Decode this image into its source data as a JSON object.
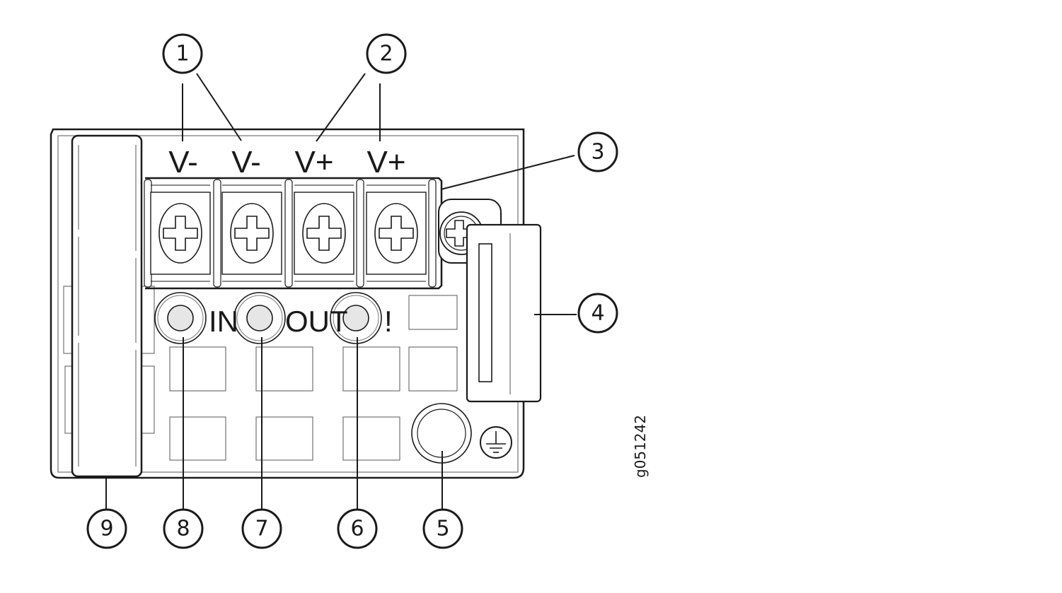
{
  "figure_id": "g051242",
  "terminal_labels": [
    "V-",
    "V-",
    "V+",
    "V+"
  ],
  "led_labels": [
    "IN",
    "OUT",
    "!"
  ],
  "callouts": [
    "1",
    "2",
    "3",
    "4",
    "5",
    "6",
    "7",
    "8",
    "9"
  ],
  "colors": {
    "led_fill": "#e6e6e6",
    "line": "#1a1a1a",
    "panel_fill": "#ffffff"
  }
}
